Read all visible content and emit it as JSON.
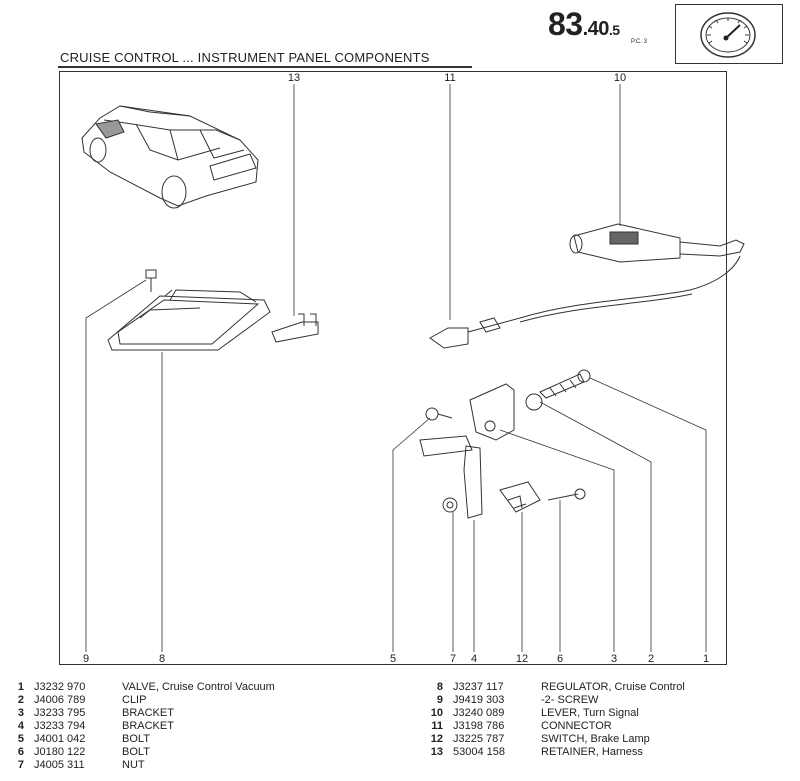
{
  "header": {
    "section_main": "83",
    "section_sub": ".40",
    "section_suffix": ".5",
    "page_code": "P.C. 3"
  },
  "title": "CRUISE CONTROL ... INSTRUMENT PANEL COMPONENTS",
  "icons": {
    "gauge": "speedometer-icon"
  },
  "callouts": {
    "top": [
      "13",
      "11",
      "10"
    ],
    "bottom": [
      "9",
      "8",
      "5",
      "7",
      "4",
      "12",
      "6",
      "3",
      "2",
      "1"
    ]
  },
  "parts_left": [
    {
      "no": "1",
      "part": "J3232 970",
      "desc": "VALVE, Cruise Control Vacuum"
    },
    {
      "no": "2",
      "part": "J4006 789",
      "desc": "CLIP"
    },
    {
      "no": "3",
      "part": "J3233 795",
      "desc": "BRACKET"
    },
    {
      "no": "4",
      "part": "J3233 794",
      "desc": "BRACKET"
    },
    {
      "no": "5",
      "part": "J4001 042",
      "desc": "BOLT"
    },
    {
      "no": "6",
      "part": "J0180 122",
      "desc": "BOLT"
    },
    {
      "no": "7",
      "part": "J4005 311",
      "desc": "NUT"
    }
  ],
  "parts_right": [
    {
      "no": "8",
      "part": "J3237 117",
      "desc": "REGULATOR, Cruise Control"
    },
    {
      "no": "9",
      "part": "J9419 303",
      "desc": "-2- SCREW"
    },
    {
      "no": "10",
      "part": "J3240 089",
      "desc": "LEVER, Turn Signal"
    },
    {
      "no": "11",
      "part": "J3198 786",
      "desc": "CONNECTOR"
    },
    {
      "no": "12",
      "part": "J3225 787",
      "desc": "SWITCH, Brake Lamp"
    },
    {
      "no": "13",
      "part": "53004 158",
      "desc": "RETAINER, Harness"
    }
  ]
}
